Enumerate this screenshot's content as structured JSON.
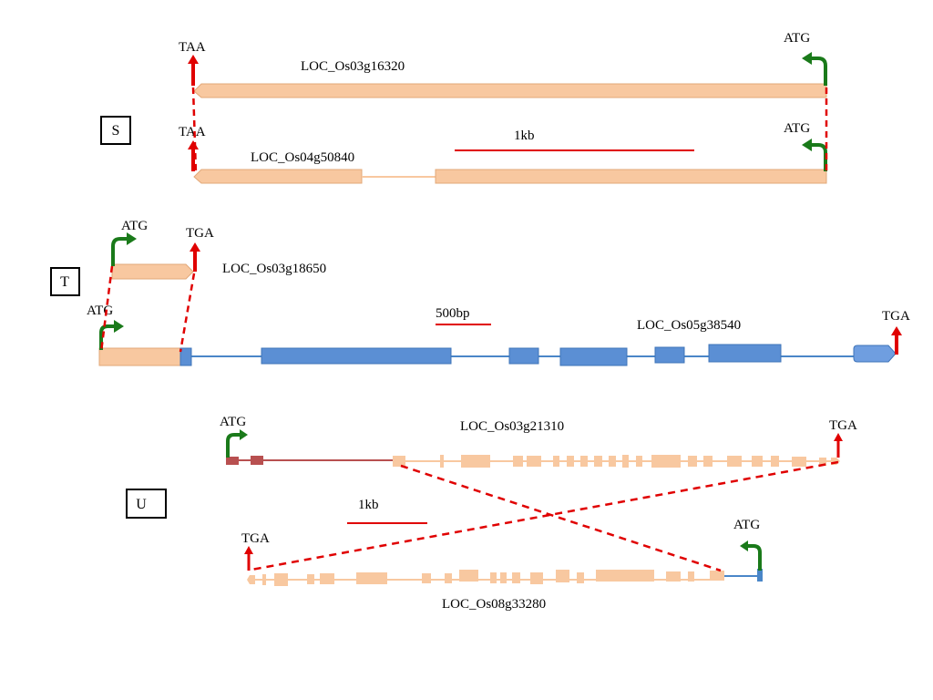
{
  "colors": {
    "utr_exon": "#f8c8a0",
    "utr_stroke": "#e2a878",
    "cds_exon": "#5b8fd4",
    "cds_stroke": "#3f74b8",
    "red_exon": "#b85050",
    "intron_peach": "#f8c8a0",
    "intron_blue": "#4a86c8",
    "intron_red": "#b85050",
    "start_arrow": "#1a7a1a",
    "stop_arrow": "#e00000",
    "dashed": "#e00000",
    "scale_bar": "#e00000"
  },
  "panels": [
    {
      "id": "S",
      "label": "S",
      "scale_bar": "1kb",
      "genes": [
        {
          "name": "LOC_Os03g16320",
          "start_codon": "ATG",
          "stop_codon": "TAA"
        },
        {
          "name": "LOC_Os04g50840",
          "start_codon": "ATG",
          "stop_codon": "TAA"
        }
      ]
    },
    {
      "id": "T",
      "label": "T",
      "scale_bar": "500bp",
      "genes": [
        {
          "name": "LOC_Os03g18650",
          "start_codon": "ATG",
          "stop_codon": "TGA"
        },
        {
          "name": "LOC_Os05g38540",
          "start_codon": "ATG",
          "stop_codon": "TGA"
        }
      ]
    },
    {
      "id": "U",
      "label": "U",
      "scale_bar": "1kb",
      "genes": [
        {
          "name": "LOC_Os03g21310",
          "start_codon": "ATG",
          "stop_codon": "TGA"
        },
        {
          "name": "LOC_Os08g33280",
          "start_codon": "ATG",
          "stop_codon": "TGA"
        }
      ]
    }
  ]
}
